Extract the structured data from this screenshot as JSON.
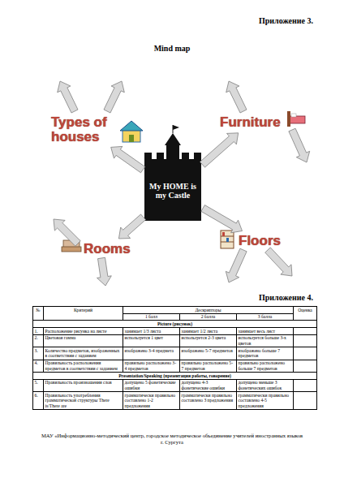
{
  "diagram": {
    "title": "Mind map",
    "nodes": [
      {
        "text": [
          "My HOME is my Castle"
        ]
      },
      {
        "text": [
          "Types of houses"
        ]
      },
      {
        "text": [
          "Furniture"
        ]
      },
      {
        "text": [
          "Rooms"
        ]
      },
      {
        "text": [
          "Floors"
        ]
      }
    ],
    "edges": [
      {
        "from": 0,
        "to": 1,
        "arrow": "to"
      },
      {
        "from": 0,
        "to": 2,
        "arrow": "to"
      },
      {
        "from": 0,
        "to": 3,
        "arrow": "to"
      },
      {
        "from": 0,
        "to": 4,
        "arrow": "to"
      }
    ],
    "labels": [
      "Приложение 3.",
      "Приложение 4.",
      "№",
      "Критерий",
      "Дескрипторы",
      "Оценка",
      "1 балл",
      "2 балла",
      "3 балла",
      "Picture (рисунок)",
      "1.",
      "Расположение рисунка на листе",
      "занимает 1/3 листа",
      "занимает 1/2 листа",
      "занимает весь лист",
      "2.",
      "Цветовая гамма",
      "используется 1 цвет",
      "используется 2-3 цвета",
      "используется больше 3-х цветов",
      "3.",
      "Количество предметов, изображенных в соответствии с заданием",
      "изображено 3-4 предмета",
      "изображено 5-7 предметов",
      "изображено больше 7 предметов",
      "4.",
      "Правильность расположения предметов в соответствии с заданием",
      "правильно расположено 3-4 предметов",
      "правильно расположено 5-7 предметов",
      "правильно расположено больше 7 предметов",
      "Presentation/Speaking (презентация работы, говорение)",
      "5.",
      "Правильность произношения слов",
      "допущено 5 фонетические ошибки",
      "допущено 4-3 фонетические ошибки",
      "допущено меньше 3 фонетических ошибок",
      "6.",
      "Правильность употребления грамматической структуры There is/There are",
      "грамматически правильно составлено 1-2 предложения",
      "грамматически правильно составлено 3 предложения",
      "грамматически правильно составлено 4-5 предложения",
      "МАУ «Информационно-методический центр, городское методическое объединение учителей иностранных языков г. Сургута"
    ]
  }
}
